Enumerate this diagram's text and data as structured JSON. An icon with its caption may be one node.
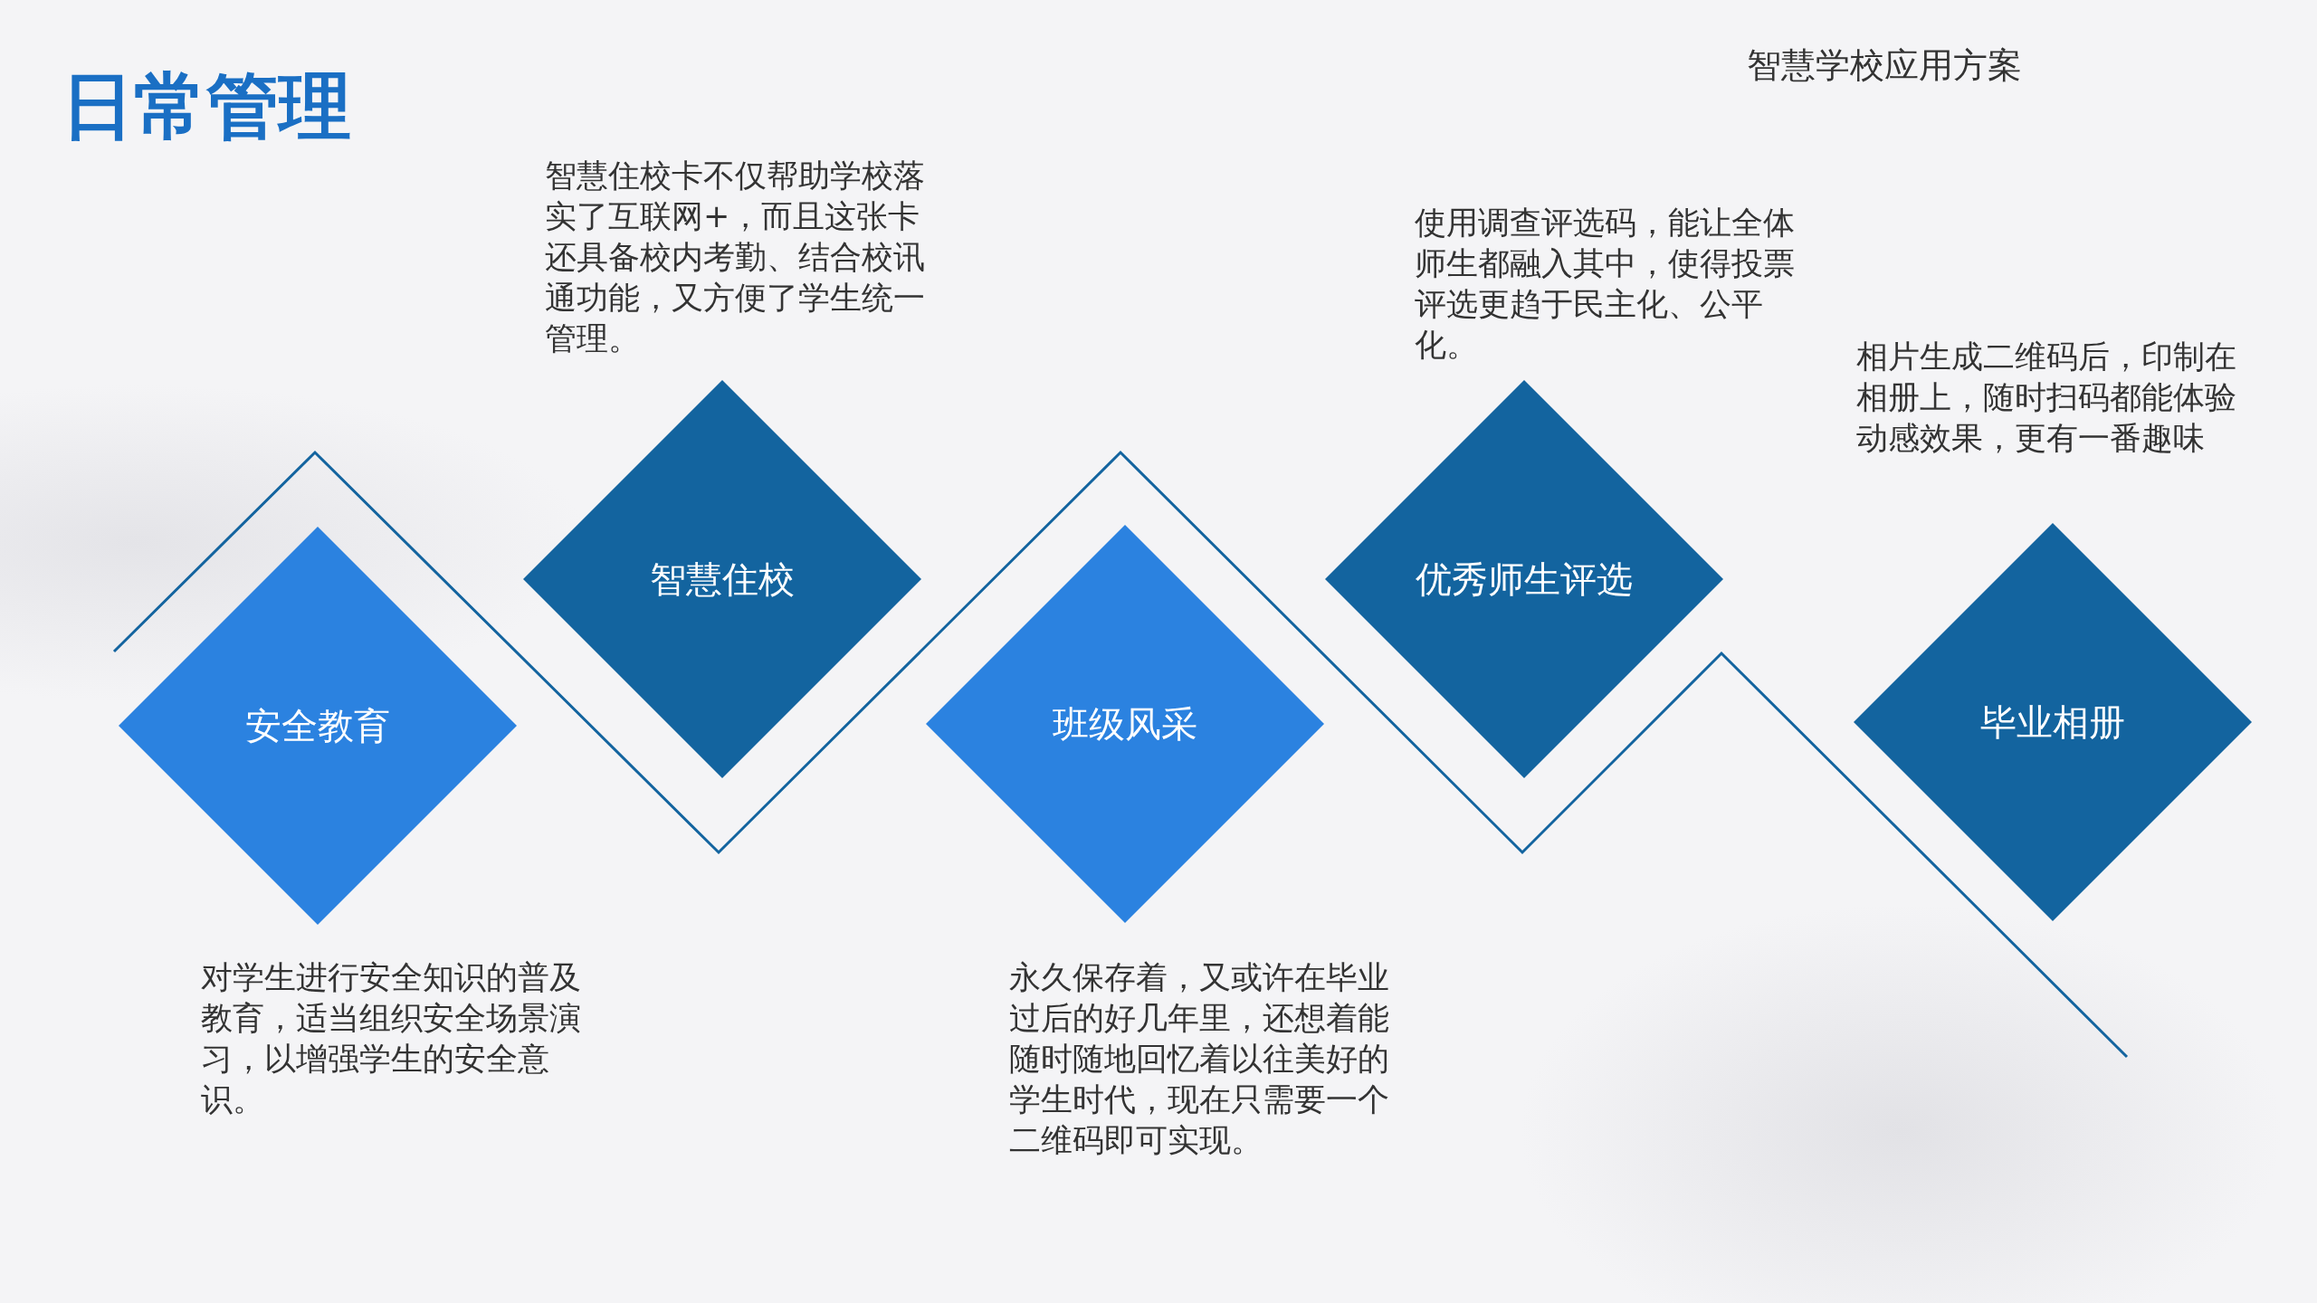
{
  "diagram": {
    "title": "日常管理",
    "nodes": [
      {
        "text": [
          "安全教育"
        ],
        "beside": [
          "对学生进行安全知识的普及教育，适当组织安全场景演习，以增强学生的安全意识。"
        ]
      },
      {
        "text": [
          "智慧住校"
        ],
        "beside": [
          "智慧住校卡不仅帮助学校落实了互联网+，而且这张卡还具备校内考勤、结合校讯通功能，又方便了学生统一管理。"
        ]
      },
      {
        "text": [
          "班级风采"
        ],
        "beside": [
          "永久保存着，又或许在毕业过后的好几年里，还想着能随时随地回忆着以往美好的学生时代，现在只需要一个二维码即可实现。"
        ]
      },
      {
        "text": [
          "优秀师生评选"
        ],
        "beside": [
          "使用调查评选码，能让全体师生都融入其中，使得投票评选更趋于民主化、公平化。"
        ]
      },
      {
        "text": [
          "毕业相册"
        ],
        "beside": [
          "相片生成二维码后，印制在相册上，随时扫码都能体验动感效果，更有一番趣味"
        ]
      }
    ],
    "labels": [
      "智慧学校应用方案"
    ]
  }
}
